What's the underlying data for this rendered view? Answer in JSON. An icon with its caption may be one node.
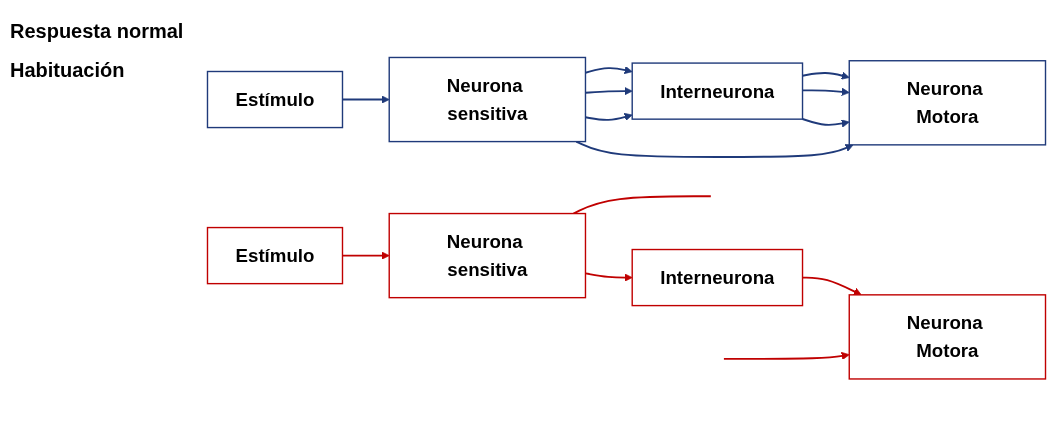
{
  "diagram": {
    "nodes": [
      {
        "text": [
          "Estímulo"
        ]
      },
      {
        "text": [
          "Neurona sensitiva"
        ]
      },
      {
        "text": [
          "Interneurona"
        ]
      },
      {
        "text": [
          "Neurona Motora"
        ]
      },
      {
        "text": [
          "Estímulo"
        ]
      },
      {
        "text": [
          "Neurona sensitiva"
        ]
      },
      {
        "text": [
          "Interneurona"
        ]
      },
      {
        "text": [
          "Neurona Motora"
        ]
      }
    ],
    "edges": [
      {
        "from": 0,
        "to": 1,
        "arrow": "to"
      },
      {
        "from": 1,
        "to": 2,
        "arrow": "to"
      },
      {
        "from": 1,
        "to": 2,
        "arrow": "to"
      },
      {
        "from": 1,
        "to": 2,
        "arrow": "to"
      },
      {
        "from": 2,
        "to": 3,
        "arrow": "to"
      },
      {
        "from": 2,
        "to": 3,
        "arrow": "to"
      },
      {
        "from": 2,
        "to": 3,
        "arrow": "to"
      },
      {
        "from": 1,
        "to": 3,
        "arrow": "to"
      },
      {
        "from": 4,
        "to": 5,
        "arrow": "to",
        "color": "#c00000"
      },
      {
        "from": 5,
        "to": 6,
        "arrow": "to",
        "color": "#c00000"
      },
      {
        "from": 6,
        "to": 7,
        "arrow": "to",
        "color": "#c00000"
      },
      {
        "from": 5,
        "to": null,
        "arrow": "none",
        "color": "#c00000"
      },
      {
        "from": null,
        "to": 7,
        "arrow": "to",
        "color": "#c00000"
      }
    ],
    "labels": [
      "Respuesta normal",
      "Habituación"
    ]
  }
}
